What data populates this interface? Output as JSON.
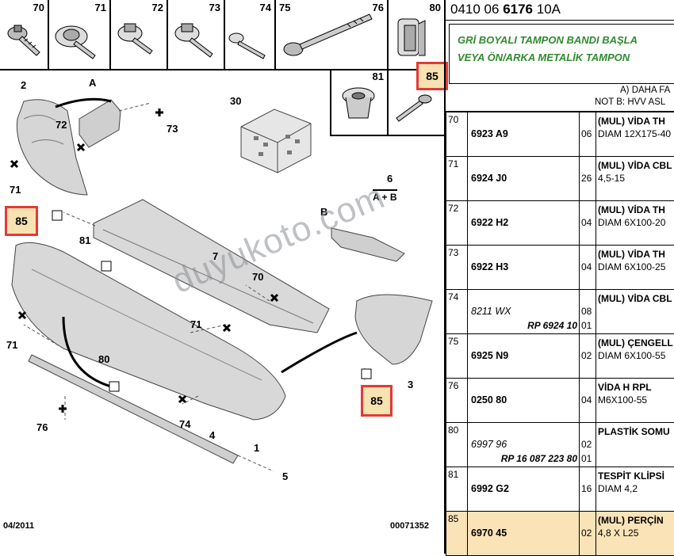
{
  "top_parts": [
    "70",
    "71",
    "72",
    "73",
    "74",
    "75",
    "76",
    "80"
  ],
  "sub_parts": [
    "81"
  ],
  "highlight_label": "85",
  "reference": {
    "prefix": "0410 06 ",
    "bold": "6176",
    "suffix": " 10A"
  },
  "green_note": [
    "GRİ BOYALI TAMPON BANDI BAŞLA",
    "VEYA ÖN/ARKA METALİK TAMPON"
  ],
  "note_a": "A) DAHA FA",
  "note_b": "NOT B: HVV ASL",
  "callouts": {
    "c2": "2",
    "cA": "A",
    "c72": "72",
    "c73": "73",
    "c30": "30",
    "c71a": "71",
    "c85a": "85",
    "c6": "6",
    "c6b": "A + B",
    "cB": "B",
    "c81": "81",
    "c7": "7",
    "c70": "70",
    "c71b": "71",
    "c71c": "71",
    "c80": "80",
    "c3": "3",
    "c85b": "85",
    "c74": "74",
    "c4": "4",
    "c76": "76",
    "c1": "1",
    "c5": "5"
  },
  "watermark": "duyukoto.com",
  "footer": {
    "date": "04/2011",
    "doc_no": "00071352"
  },
  "rows": [
    {
      "no": "70",
      "part": "6923 A9",
      "part_italic": false,
      "part2": "",
      "qty": "06",
      "qty2": "",
      "d1": "(MUL) VİDA TH",
      "d2": "DIAM 12X175-40",
      "hl": false
    },
    {
      "no": "71",
      "part": "6924 J0",
      "part_italic": false,
      "part2": "",
      "qty": "26",
      "qty2": "",
      "d1": "(MUL) VİDA CBL",
      "d2": "4,5-15",
      "hl": false
    },
    {
      "no": "72",
      "part": "6922 H2",
      "part_italic": false,
      "part2": "",
      "qty": "04",
      "qty2": "",
      "d1": "(MUL) VİDA TH",
      "d2": "DIAM 6X100-20",
      "hl": false
    },
    {
      "no": "73",
      "part": "6922 H3",
      "part_italic": false,
      "part2": "",
      "qty": "04",
      "qty2": "",
      "d1": "(MUL) VİDA TH",
      "d2": "DIAM 6X100-25",
      "hl": false
    },
    {
      "no": "74",
      "part": "8211 WX",
      "part_italic": true,
      "part2": "RP 6924 10",
      "qty": "08",
      "qty2": "01",
      "d1": "(MUL) VİDA CBL",
      "d2": "",
      "hl": false
    },
    {
      "no": "75",
      "part": "6925 N9",
      "part_italic": false,
      "part2": "",
      "qty": "02",
      "qty2": "",
      "d1": "(MUL) ÇENGELL",
      "d2": "DIAM 6X100-55",
      "hl": false
    },
    {
      "no": "76",
      "part": "0250 80",
      "part_italic": false,
      "part2": "",
      "qty": "04",
      "qty2": "",
      "d1": "VİDA H RPL",
      "d2": "M6X100-55",
      "hl": false
    },
    {
      "no": "80",
      "part": "6997 96",
      "part_italic": true,
      "part2": "RP 16 087 223 80",
      "qty": "02",
      "qty2": "01",
      "d1": "PLASTİK SOMU",
      "d2": "",
      "hl": false
    },
    {
      "no": "81",
      "part": "6992 G2",
      "part_italic": false,
      "part2": "",
      "qty": "16",
      "qty2": "",
      "d1": "TESPİT KLİPSİ",
      "d2": "DIAM 4,2",
      "hl": false
    },
    {
      "no": "85",
      "part": "6970 45",
      "part_italic": false,
      "part2": "",
      "qty": "02",
      "qty2": "",
      "d1": "(MUL) PERÇİN",
      "d2": "4,8 X L25",
      "hl": true
    }
  ],
  "colors": {
    "highlight_border": "#e53935",
    "highlight_fill": "#f7e2b2",
    "green": "#2e8b2e",
    "row_highlight": "#fbe3b8"
  }
}
